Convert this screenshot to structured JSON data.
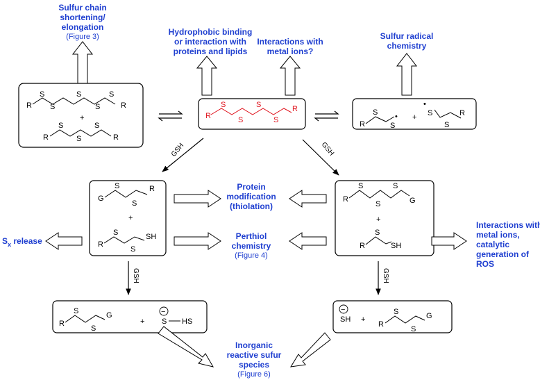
{
  "labels": {
    "sulfur_chain_1": "Sulfur chain",
    "sulfur_chain_2": "shortening/",
    "sulfur_chain_3": "elongation",
    "fig3": "(Figure 3)",
    "hydrophobic_1": "Hydrophobic binding",
    "hydrophobic_2": "or interaction with",
    "hydrophobic_3": "proteins and lipids",
    "metal_1": "Interactions with",
    "metal_2": "metal ions?",
    "radical_1": "Sulfur radical",
    "radical_2": "chemistry",
    "protein_1": "Protein",
    "protein_2": "modification",
    "protein_3": "(thiolation)",
    "perthiol_1": "Perthiol",
    "perthiol_2": "chemistry",
    "fig4": "(Figure 4)",
    "sx_main": "S",
    "sx_sub": "x",
    "sx_rest": " release",
    "ros_1": "Interactions with",
    "ros_2": "metal ions,",
    "ros_3": "catalytic",
    "ros_4": "generation of",
    "ros_5": "ROS",
    "inorg_1": "Inorganic",
    "inorg_2": "reactive sufur",
    "inorg_3": "species",
    "fig6": "(Figure 6)",
    "gsh": "GSH"
  },
  "atoms": {
    "R": "R",
    "S": "S",
    "G": "G",
    "SH": "SH",
    "HS": "HS",
    "plus": "+",
    "minus": "−",
    "dot": "•"
  },
  "colors": {
    "label_blue": "#1f3fd0",
    "highlight_red": "#e0141e"
  }
}
